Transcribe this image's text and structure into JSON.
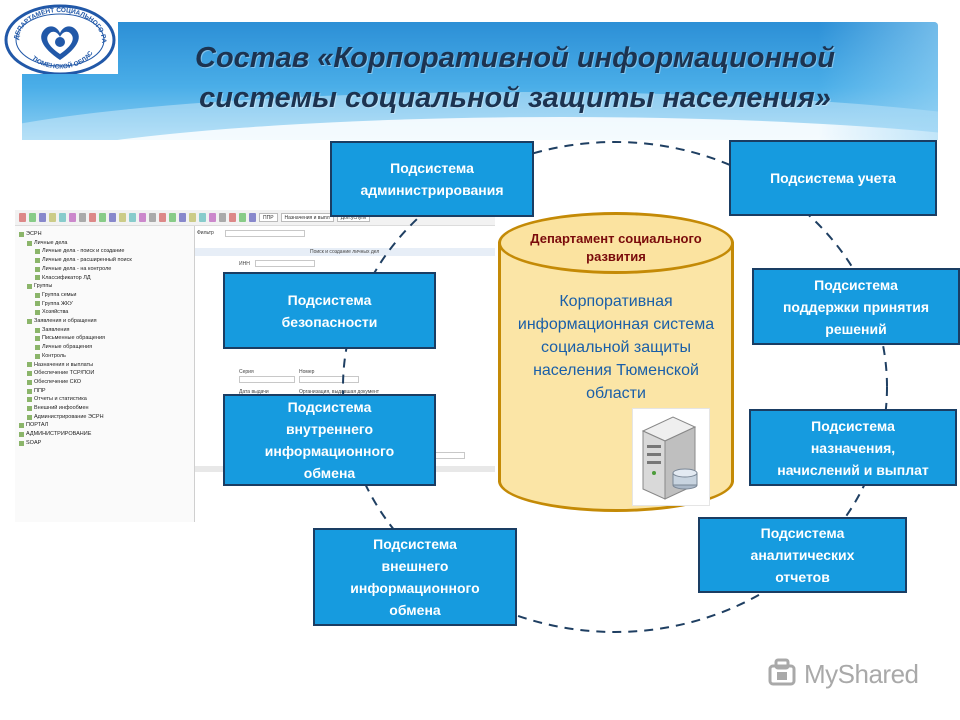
{
  "header": {
    "title_line1": "Состав «Корпоративной информационной",
    "title_line2": "системы социальной защиты населения»"
  },
  "logo": {
    "text_top": "ДЕПАРТАМЕНТ СОЦИАЛЬНОГО РАЗВИТИЯ",
    "text_bottom": "ТЮМЕНСКОЙ ОБЛАСТИ"
  },
  "center": {
    "top_label": "Департамент социального развития",
    "body_label": "Корпоративная информационная система социальной защиты населения Тюменской области"
  },
  "subsystems": {
    "admin": [
      "Подсистема",
      "администрирования"
    ],
    "accounting": [
      "Подсистема учета"
    ],
    "security": [
      "Подсистема",
      "безопасности"
    ],
    "decision": [
      "Подсистема",
      "поддержки принятия",
      "решений"
    ],
    "internal": [
      "Подсистема",
      "внутреннего",
      "информационного",
      "обмена"
    ],
    "payments": [
      "Подсистема",
      "назначения,",
      "начислений и выплат"
    ],
    "external": [
      "Подсистема",
      "внешнего",
      "информационного",
      "обмена"
    ],
    "analytics": [
      "Подсистема",
      "аналитических",
      "отчетов"
    ]
  },
  "app_screenshot": {
    "tree_items": [
      "ЭСРН",
      "Личные дела",
      "Личные дела - поиск и создание",
      "Личные дела - расширенный поиск",
      "Личные дела - на контроле",
      "Классификатор ЛД",
      "Группы",
      "Группа семьи",
      "Группа ЖКУ",
      "Хозяйства",
      "Заявления и обращения",
      "Заявления",
      "Письменные обращения",
      "Личные обращения",
      "Контроль",
      "Назначения и выплаты",
      "Обеспечение ТСР/ПОИ",
      "Обеспечение СКО",
      "ППР",
      "Отчеты и статистика",
      "Внешний инфообмен",
      "Администрирование ЭСРН",
      "ПОРТАЛ",
      "АДМИНИСТРИРОВАНИЕ",
      "SOAP"
    ],
    "main_title": "Поиск и создание личных дел",
    "filter_label": "Фильтр",
    "field_inn": "ИНН",
    "field_series": "Серия",
    "field_number": "Номер",
    "field_date": "Дата выдачи",
    "field_org": "Организация, выдавшая документ",
    "toolbar_btn1": "ППР",
    "toolbar_btn2": "Назначения и выпл",
    "toolbar_btn3": "Доп.услуги"
  },
  "watermark": {
    "text": "MyShared"
  },
  "colors": {
    "box_fill": "#169bdf",
    "box_border": "#1a3d63",
    "cylinder_fill": "#fbe5a6",
    "cylinder_border": "#c48a06",
    "title_color": "#1c3350"
  }
}
